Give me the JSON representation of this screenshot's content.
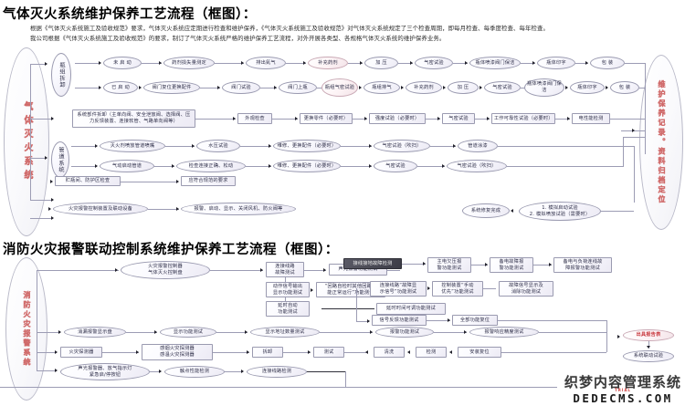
{
  "document": {
    "section1_title": "气体灭火系统维护保养工艺流程（框图）：",
    "section2_title": "消防火灾报警联动控制系统维护保养工艺流程（框图）：",
    "intro_line1": "根据《气体灭火系统施工及验收规范》要求，气体灭火系统应定期进行检查和维护保养，《气体灭火系统施工及验收规范》对气体灭火系统规定了三个检查周期，即每月检查、每季度检查、每年检查。",
    "intro_line2": "我公司根据《气体灭火系统施工及验收规范》的要求，制订了气体灭火系统严格的维护保养工艺流程，对外开展各类型、各规格气体灭火系统的维护保养业务。"
  },
  "watermark": {
    "cn": "织梦内容管理系统",
    "en": "DEDECMS.COM",
    "sub": "TRIAL"
  },
  "flow1": {
    "left_label": "气体灭火系统",
    "right_label": "维护保养记录。资料归档定位",
    "groups": {
      "bottle": "瓶组拆卸",
      "pipe": "管道系统"
    },
    "rowA": [
      "未 启 动",
      "药剂损失量测定",
      "排出氮气",
      "补充药剂",
      "加 压",
      "气密试验",
      "瓶体喷漆阀门保洁",
      "瓶体印字",
      "包 装"
    ],
    "rowB": [
      "已 启 动",
      "阀门复位更换配件",
      "阀门试验",
      "阀门上瓶",
      "瓶组气密试验",
      "瓶组排气",
      "补充药剂",
      "加 压",
      "气密试验",
      "瓶体喷漆阀门保洁",
      "瓶体印字",
      "包 装"
    ],
    "rowC": [
      "系统部件拆卸（主单向阀、安全泄放阀、选择阀、压力反馈装置、连接软管、气路单向阀等）",
      "外观检查",
      "更换零件（必要时）",
      "强度试验（必要时）",
      "气密试验",
      "工作可靠性试验（必要时）",
      "电性能检测"
    ],
    "rowD": [
      "灭火剂喷放管道喷嘴",
      "水压试验",
      "维修、更换配件（必要时）",
      "气密试验（吹扫）",
      "管道涂漆"
    ],
    "rowE": [
      "气动启动管道",
      "检查连接正确、松动",
      "维修、更换配件（必要时）",
      "气密试验",
      "气密试验（吹扫）"
    ],
    "rowF": [
      "贮瓶间、防护区检查",
      "应符合规范的要求"
    ],
    "rowG": [
      "火灾报警控制装置及联动设备",
      "报警、启动、显示、关闭风机、防火阀等"
    ],
    "rowH": [
      "系统修复完成",
      "1. 模拟启动试验\n2. 模拟喷放试验（需要时）"
    ]
  },
  "flow2": {
    "left_label": "消防火灾报警系统",
    "rowA": [
      "火灾报警控制器\n气体灭火控制盘",
      "连接线路\n故障测试",
      "声光报警功能测试",
      "接线接地故障检测",
      "主电欠压报\n警功能测试",
      "备电故障报\n警功能测试",
      "备电与负荷连线故\n障报警功能测试"
    ],
    "rowB": [
      "动作信号输出\n显示功能测试",
      "“回路自检时其他回路应\n能正常运行”功能测试",
      "连接线路“故障显\n示信号”功能测试",
      "控制装置“手动\n优先”功能测试",
      "故障信号显示及\n消除功能测试"
    ],
    "rowC": [
      "延时自动\n功能测试",
      "延时时间可调功能测试",
      "信号反馈功能测试",
      "全部功能复位"
    ],
    "rowD": [
      "消漏报警显示盘",
      "显示功能测试",
      "显示地址数量测试",
      "报警功能测试",
      "报警响应精度测试"
    ],
    "rowE": [
      "火灾探测器",
      "感烟火灾探测器\n感温火灾探测器",
      "拆卸",
      "测试",
      "清洗",
      "检测",
      "安装复位"
    ],
    "rowF": [
      "声光报警器、放气指示灯\n紧急启/停按钮",
      "触点性能检测",
      "连接线路检测"
    ],
    "rowG": [
      "出具报告表",
      "系统联动试验"
    ]
  }
}
